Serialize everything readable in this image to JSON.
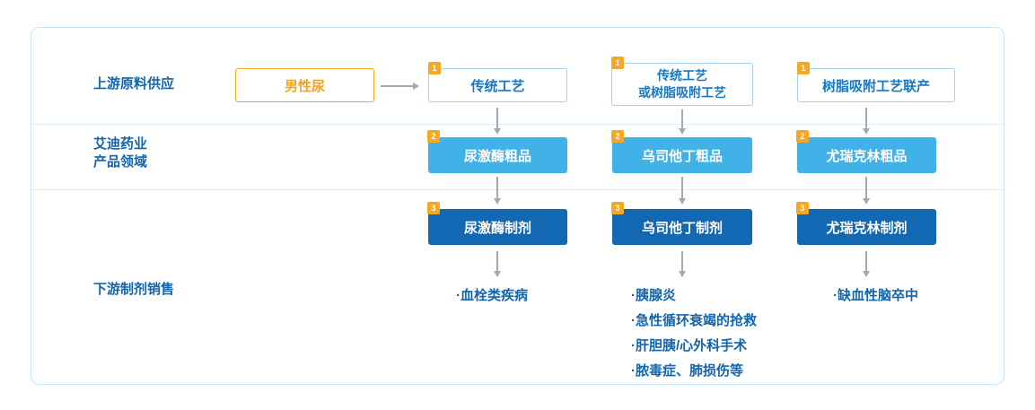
{
  "colors": {
    "panel_border": "#c9e5f6",
    "divider": "#dbeefa",
    "orange_accent": "#f7a823",
    "label_blue": "#1265ad",
    "process_text_blue": "#1678c2",
    "crude_fill_light_blue": "#41b2e8",
    "formulation_fill_dark_blue": "#1268b2",
    "arrow_gray": "#a2a9af"
  },
  "rows": {
    "upstream_label": "上游原料供应",
    "company_label_line1": "艾迪药业",
    "company_label_line2": "产品领域",
    "downstream_label": "下游制剂销售"
  },
  "badges": {
    "process": "1",
    "crude": "2",
    "formulation": "3"
  },
  "source": {
    "label": "男性尿"
  },
  "columns": [
    {
      "process_lines": [
        "传统工艺"
      ],
      "crude": "尿激酶粗品",
      "formulation": "尿激酶制剂",
      "indications": [
        "·血栓类疾病"
      ]
    },
    {
      "process_lines": [
        "传统工艺",
        "或树脂吸附工艺"
      ],
      "crude": "乌司他丁粗品",
      "formulation": "乌司他丁制剂",
      "indications": [
        "·胰腺炎",
        "·急性循环衰竭的抢救",
        "·肝胆胰/心外科手术",
        "·脓毒症、肺损伤等"
      ]
    },
    {
      "process_lines": [
        "树脂吸附工艺联产"
      ],
      "crude": "尤瑞克林粗品",
      "formulation": "尤瑞克林制剂",
      "indications": [
        "·缺血性脑卒中"
      ]
    }
  ]
}
